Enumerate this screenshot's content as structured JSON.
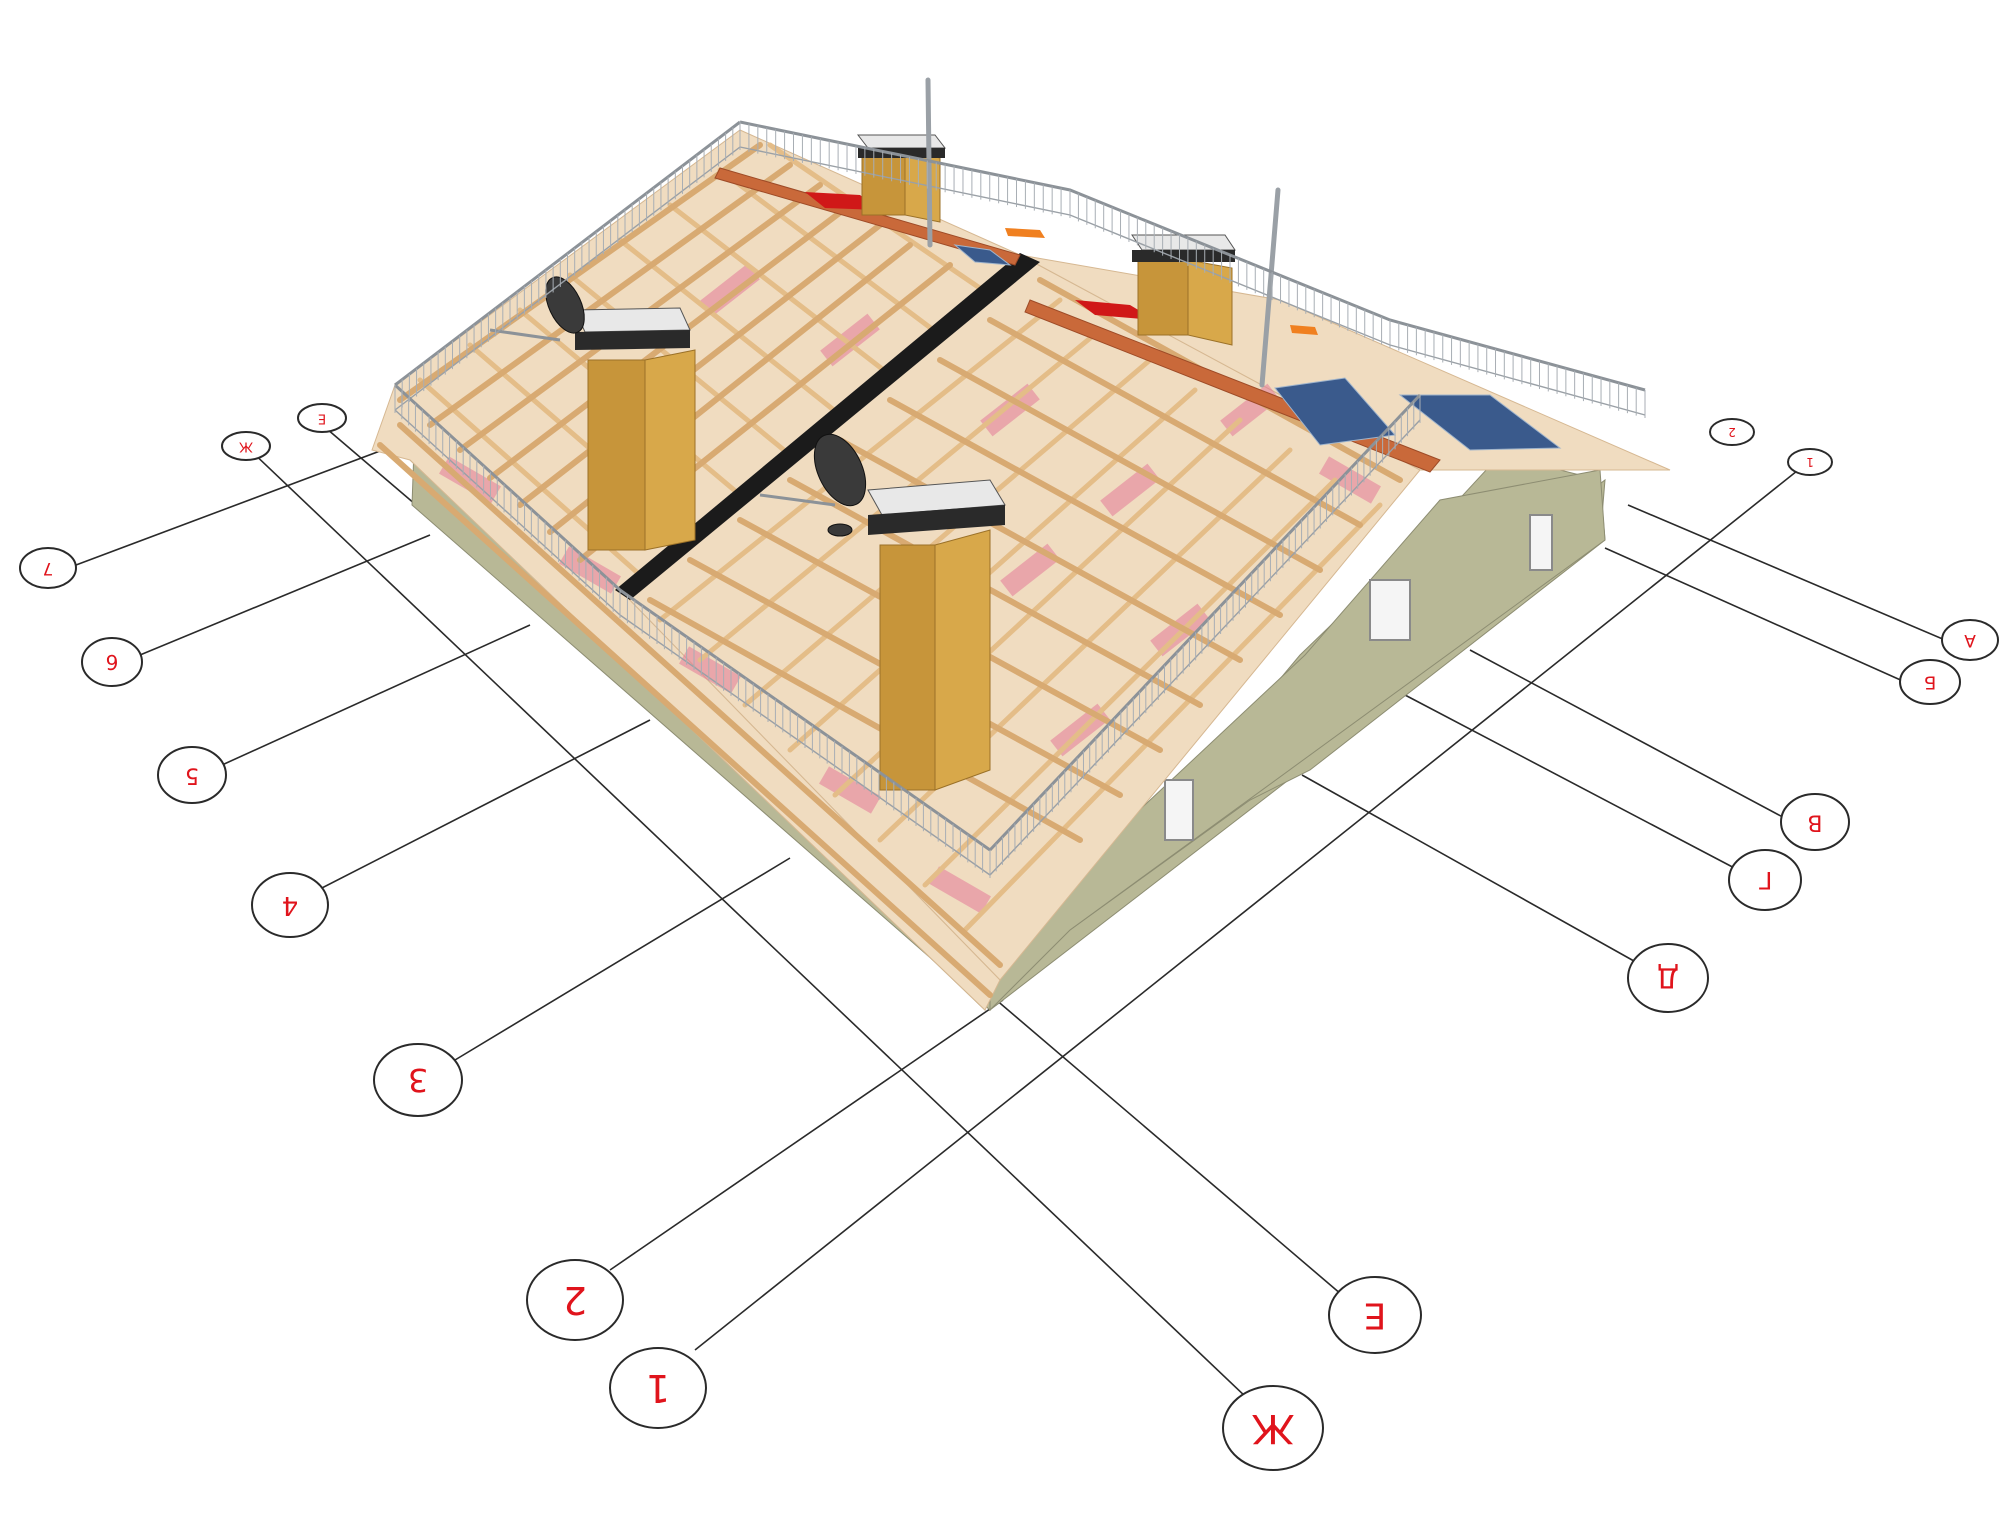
{
  "diagram": {
    "numbered_axes": [
      "1",
      "2",
      "3",
      "4",
      "5",
      "6",
      "7"
    ],
    "lettered_axes": [
      "А",
      "Б",
      "В",
      "Г",
      "Д",
      "Е",
      "Ж"
    ],
    "colors": {
      "axis_label": "#e0141c",
      "axis_line": "#2a2a2a",
      "wall": "#b8b896",
      "timber": "#e4bd88",
      "insulation": "#e37a98",
      "ridge_tile": "#c9693a",
      "chimney": "#c7953a",
      "solar_panel": "#3a5a8c"
    }
  }
}
